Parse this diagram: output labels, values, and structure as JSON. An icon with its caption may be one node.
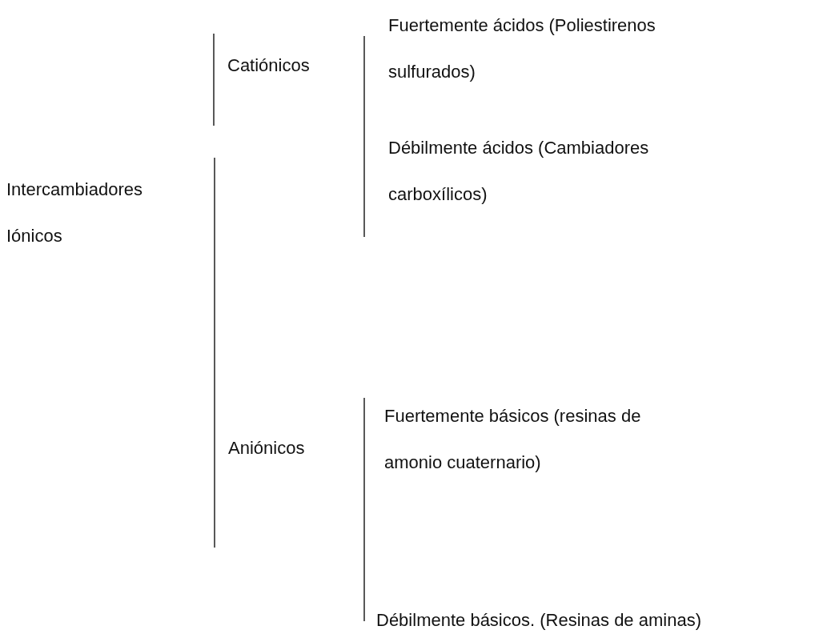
{
  "diagram": {
    "labels": [
      "Fuertemente ácidos (Poliestirenos sulfurados)",
      "Catiónicos",
      "Débilmente ácidos (Cambiadores carboxílicos)",
      "Intercambiadores Iónicos",
      "Fuertemente básicos (resinas de amonio cuaternario)",
      "Aniónicos",
      "Débilmente básicos. (Resinas de aminas)"
    ]
  }
}
